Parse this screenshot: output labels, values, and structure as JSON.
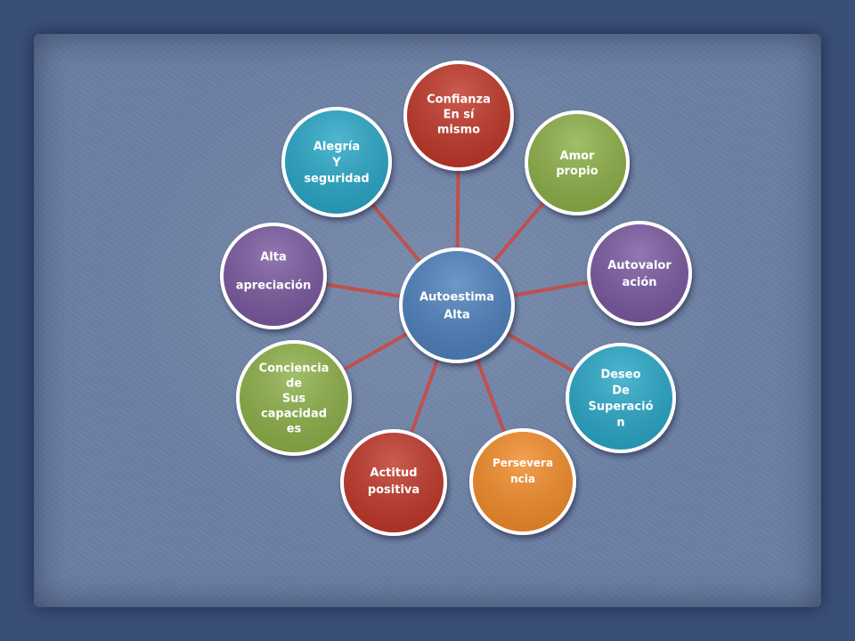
{
  "center": {
    "lines": [
      "Autoestima",
      "Alta"
    ],
    "fill": "#4f81bd"
  },
  "nodes": [
    {
      "id": "confianza",
      "lines": [
        "Confianza",
        "En sí",
        "mismo"
      ],
      "fill": "#c0392b"
    },
    {
      "id": "amor-propio",
      "lines": [
        "Amor",
        "propio"
      ],
      "fill": "#8db04a"
    },
    {
      "id": "autovaloracion",
      "lines": [
        "Autovalor",
        "ación"
      ],
      "fill": "#7a5aa0"
    },
    {
      "id": "deseo-superacion",
      "lines": [
        "Deseo",
        "De",
        "Superació",
        "n"
      ],
      "fill": "#29a7c7"
    },
    {
      "id": "perseverancia",
      "lines": [
        "Persevera",
        "ncia"
      ],
      "fill": "#f28c2a"
    },
    {
      "id": "actitud-positiva",
      "lines": [
        "Actitud",
        "positiva"
      ],
      "fill": "#c0392b"
    },
    {
      "id": "conciencia-capacidades",
      "lines": [
        "Conciencia",
        "de",
        "Sus",
        "capacidad",
        "es"
      ],
      "fill": "#8db04a"
    },
    {
      "id": "alta-apreciacion",
      "lines": [
        "Alta",
        "",
        "apreciación"
      ],
      "fill": "#7a5aa0"
    },
    {
      "id": "alegria-seguridad",
      "lines": [
        "Alegría",
        "Y",
        "seguridad"
      ],
      "fill": "#29a7c7"
    }
  ],
  "connector_color": "#c0504d",
  "ring_color": "#ffffff"
}
